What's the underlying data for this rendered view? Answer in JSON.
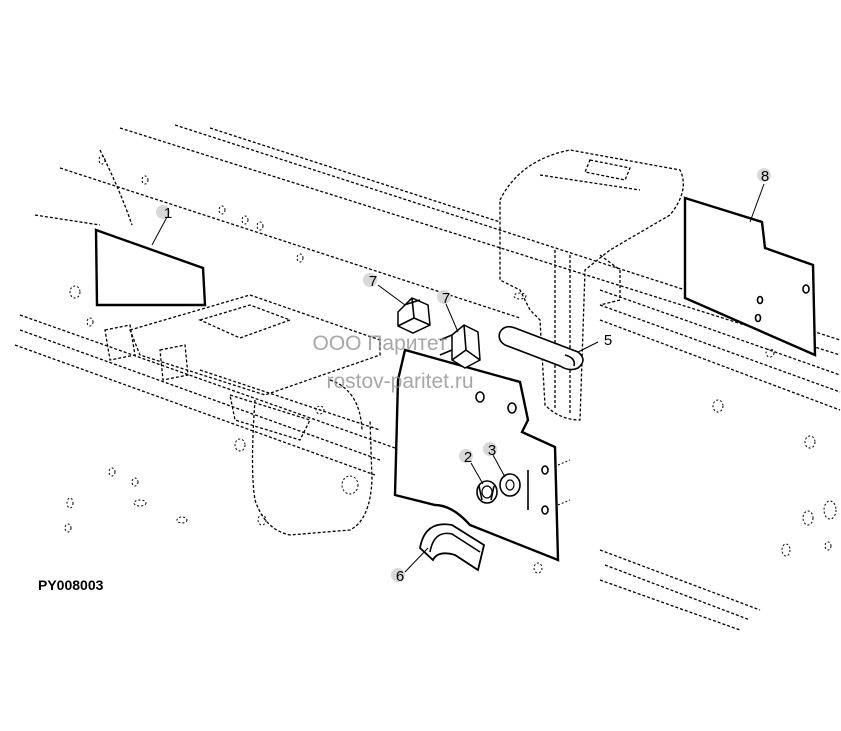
{
  "drawing_code": "PY008003",
  "watermark": {
    "line1": "ООО Паритет",
    "line2": "rostov-paritet.ru"
  },
  "callouts": [
    {
      "id": "callout-1",
      "label": "1"
    },
    {
      "id": "callout-2",
      "label": "2"
    },
    {
      "id": "callout-3",
      "label": "3"
    },
    {
      "id": "callout-5",
      "label": "5"
    },
    {
      "id": "callout-6",
      "label": "6"
    },
    {
      "id": "callout-7a",
      "label": "7"
    },
    {
      "id": "callout-7b",
      "label": "7"
    },
    {
      "id": "callout-8",
      "label": "8"
    }
  ],
  "colors": {
    "line": "#000000",
    "watermark": "#8a8a8a",
    "callout_bubble": "#d8d8d8",
    "background": "#ffffff"
  }
}
